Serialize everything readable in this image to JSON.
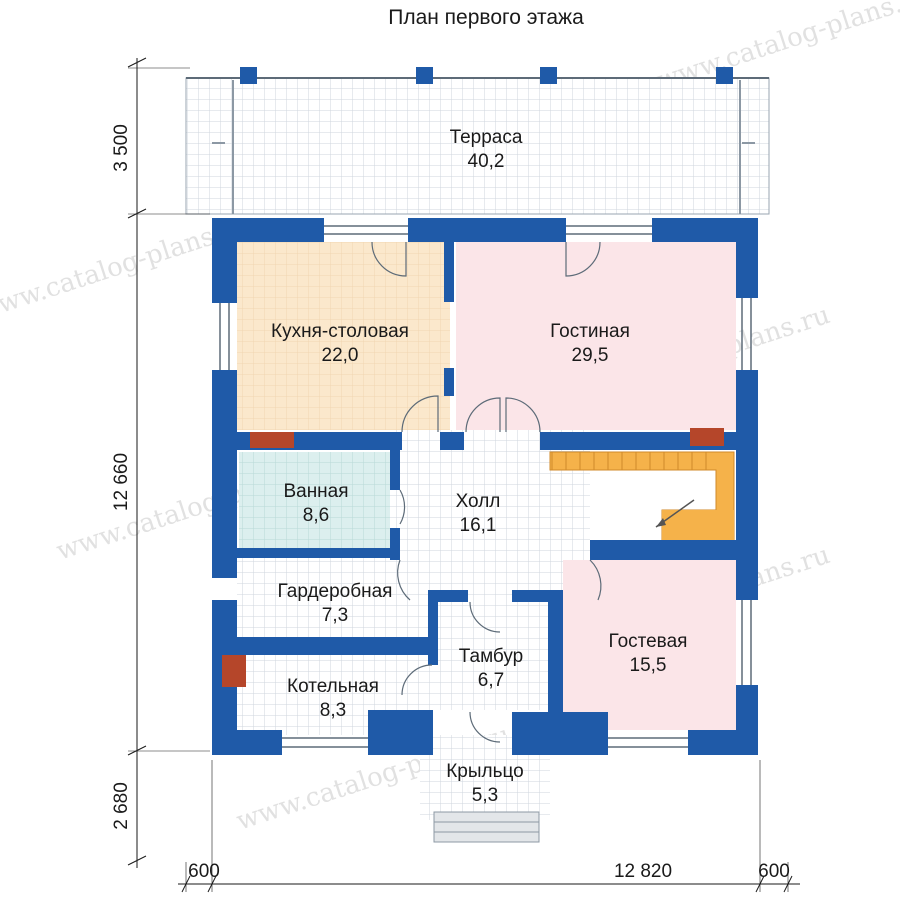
{
  "title": "План первого этажа",
  "rooms": {
    "terrace": {
      "name": "Терраса",
      "area": "40,2"
    },
    "kitchen": {
      "name": "Кухня-столовая",
      "area": "22,0"
    },
    "living": {
      "name": "Гостиная",
      "area": "29,5"
    },
    "bath": {
      "name": "Ванная",
      "area": "8,6"
    },
    "hall": {
      "name": "Холл",
      "area": "16,1"
    },
    "wardrobe": {
      "name": "Гардеробная",
      "area": "7,3"
    },
    "vestibule": {
      "name": "Тамбур",
      "area": "6,7"
    },
    "guest": {
      "name": "Гостевая",
      "area": "15,5"
    },
    "boiler": {
      "name": "Котельная",
      "area": "8,3"
    },
    "porch": {
      "name": "Крыльцо",
      "area": "5,3"
    }
  },
  "dimensions": {
    "left": [
      "3 500",
      "12 660",
      "2 680"
    ],
    "bottom": [
      "600",
      "12 820",
      "600"
    ]
  },
  "watermark": "www.catalog-plans.ru",
  "colors": {
    "wall": "#1f5aa8",
    "kitchen_fill": "#fbe8cc",
    "living_fill": "#fbe5e8",
    "guest_fill": "#fbe5e8",
    "bath_fill": "#dcefee",
    "stairs_fill": "#f5b24a",
    "tile_grid": "#cfd6de",
    "brick": "#b5462a"
  }
}
